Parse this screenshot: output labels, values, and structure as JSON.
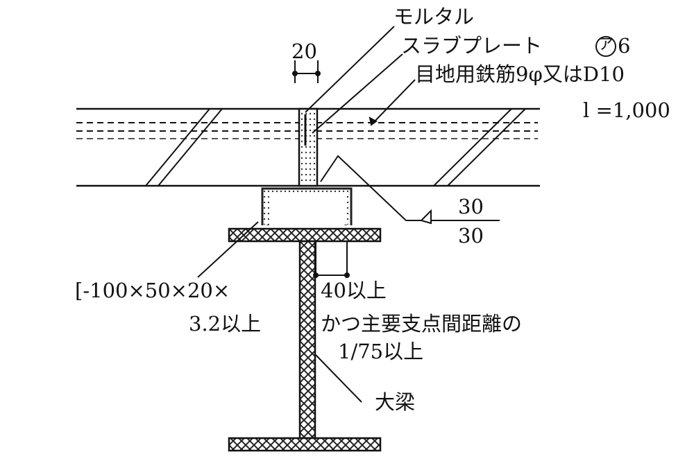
{
  "labels": {
    "mortar": "モルタル",
    "slab_plate": "スラブプレート",
    "answer_mark": "ア",
    "answer_value": "6",
    "joint_rebar": "目地用鉄筋9φ又はD10",
    "length": "l =1,000",
    "gap_width": "20",
    "slope_top": "30",
    "slope_bottom": "30",
    "channel_spec_1": "[-100×50×20×",
    "channel_spec_2": "3.2以上",
    "bearing_1": "40以上",
    "bearing_2": "かつ主要支点間距離の",
    "bearing_3": "1/75以上",
    "girder": "大梁"
  }
}
